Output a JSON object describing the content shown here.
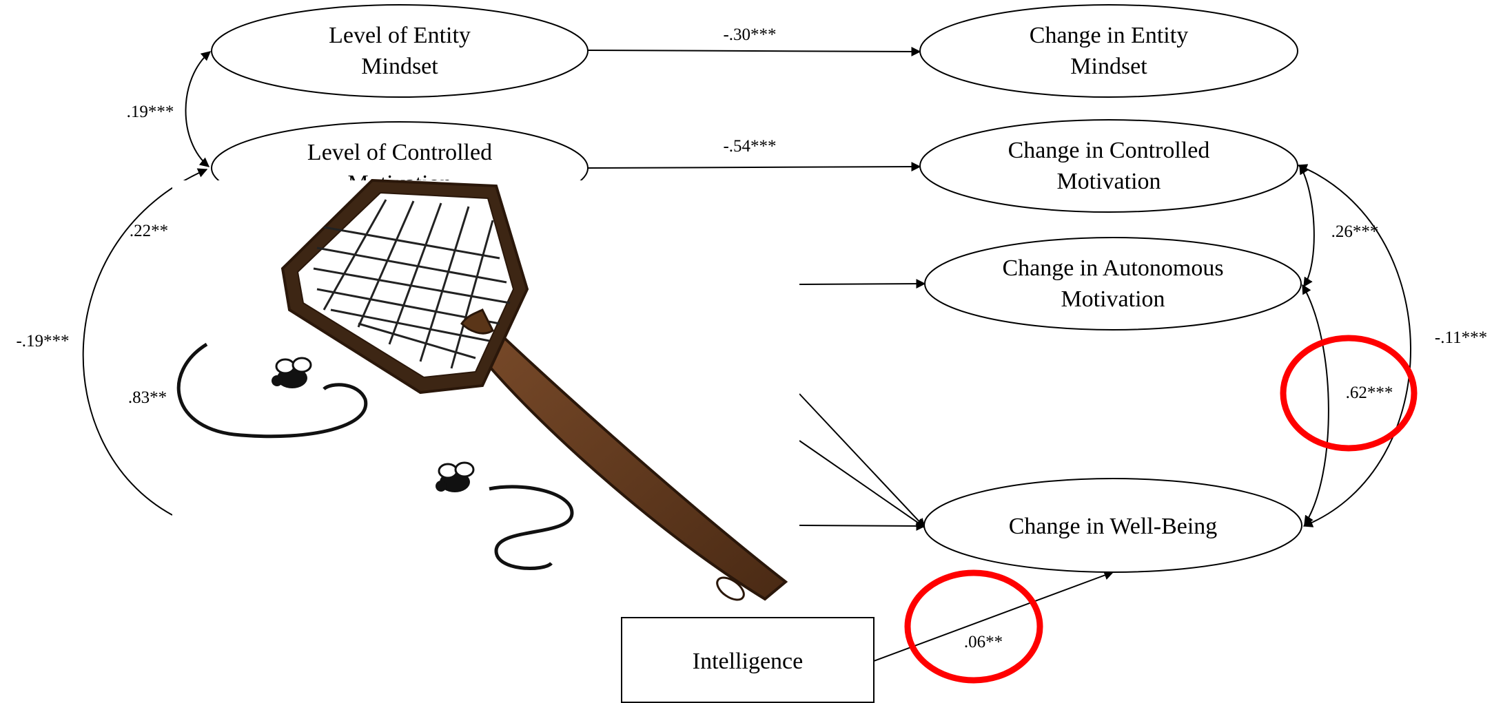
{
  "nodes": {
    "level_entity": [
      "Level of Entity",
      "Mindset"
    ],
    "level_controlled": [
      "Level of Controlled",
      "Motivation"
    ],
    "change_entity": [
      "Change in Entity",
      "Mindset"
    ],
    "change_controlled": [
      "Change in Controlled",
      "Motivation"
    ],
    "change_autonomous": [
      "Change in Autonomous",
      "Motivation"
    ],
    "change_wellbeing": "Change in Well-Being",
    "intelligence": "Intelligence"
  },
  "coefficients": {
    "entity_to_change": "-.30***",
    "controlled_to_change": "-.54***",
    "level_cov": ".19***",
    "left_22": ".22**",
    "left_19": "-.19***",
    "left_83": ".83**",
    "right_26": ".26***",
    "right_62": ".62***",
    "right_11": "-.11***",
    "intel_wb": ".06**"
  },
  "highlights": {
    "color": "#ff0000"
  },
  "overlay": {
    "icon": "fly-swatter-icon"
  }
}
